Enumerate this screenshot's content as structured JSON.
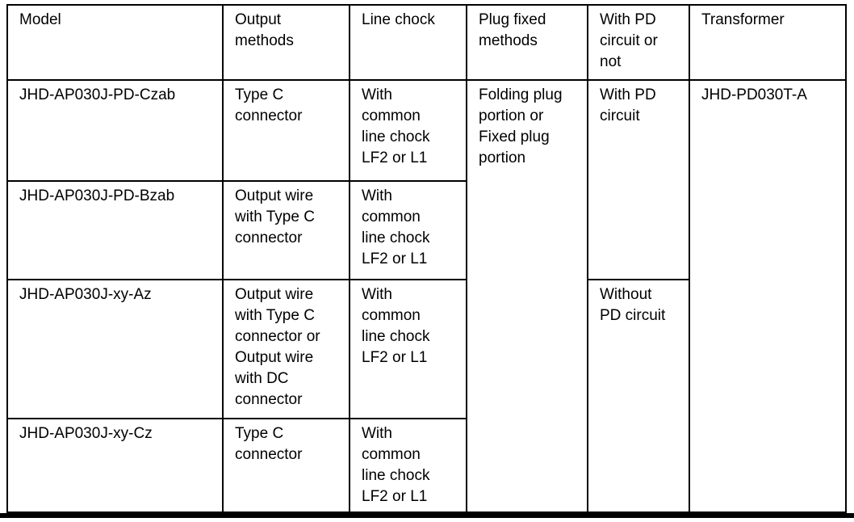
{
  "table": {
    "headers": {
      "model": "Model",
      "output_methods": "Output\nmethods",
      "line_chock": "Line chock",
      "plug_fixed_methods": "Plug fixed\nmethods",
      "pd_circuit": "With PD\ncircuit or\nnot",
      "transformer": "Transformer"
    },
    "rows": [
      {
        "model": "JHD-AP030J-PD-Czab",
        "output_methods": "Type C\nconnector",
        "line_chock": "With\ncommon\nline chock\nLF2 or L1"
      },
      {
        "model": "JHD-AP030J-PD-Bzab",
        "output_methods": "Output wire\nwith Type C\nconnector",
        "line_chock": "With\ncommon\nline chock\nLF2 or L1"
      },
      {
        "model": "JHD-AP030J-xy-Az",
        "output_methods": "Output wire\nwith Type C\nconnector or\nOutput wire\nwith DC\nconnector",
        "line_chock": "With\ncommon\nline chock\nLF2 or L1"
      },
      {
        "model": "JHD-AP030J-xy-Cz",
        "output_methods": "Type C\nconnector",
        "line_chock": "With\ncommon\nline chock\nLF2 or L1"
      }
    ],
    "merged": {
      "plug_fixed_methods": "Folding plug\nportion or\nFixed plug\nportion",
      "with_pd_circuit": "With PD\ncircuit",
      "without_pd_circuit": "Without\nPD circuit",
      "transformer": "JHD-PD030T-A"
    },
    "colors": {
      "border": "#000000",
      "text": "#000000",
      "background": "#ffffff"
    }
  }
}
